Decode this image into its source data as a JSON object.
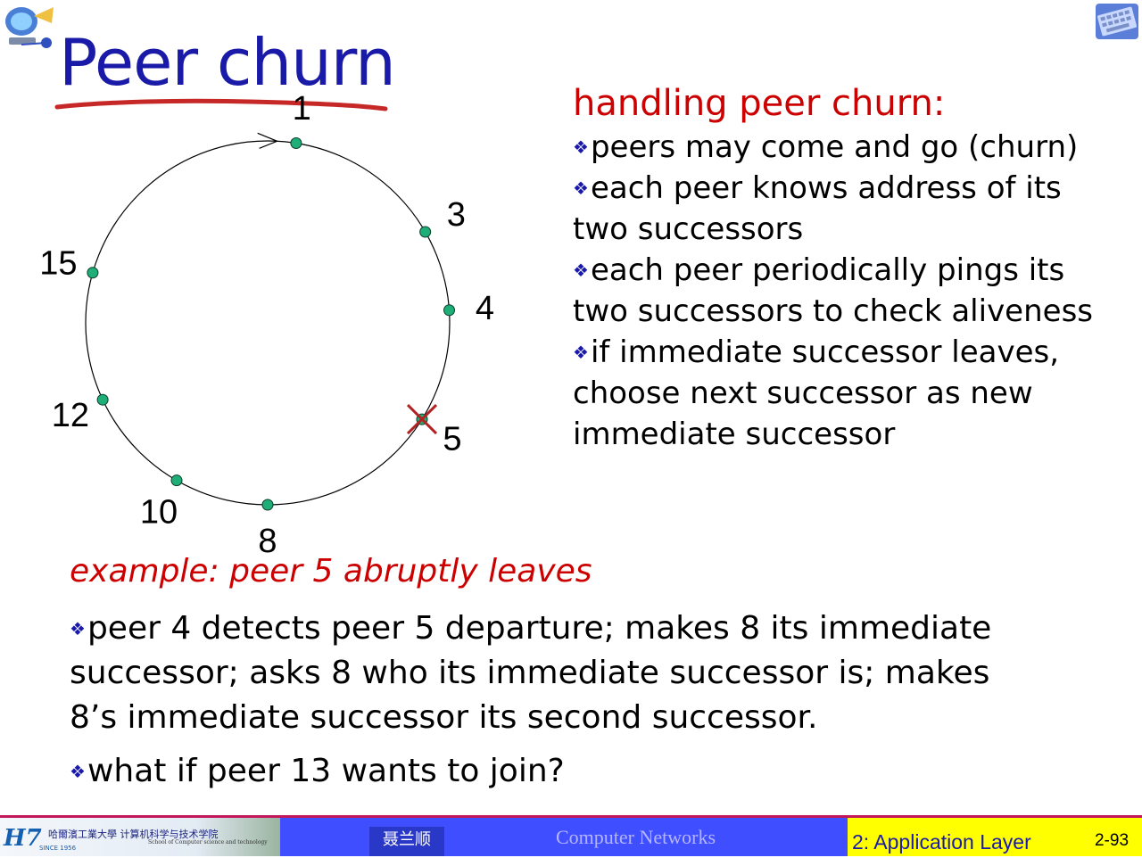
{
  "slide": {
    "title": "Peer churn"
  },
  "ring": {
    "nodes": [
      {
        "label": "1",
        "angle_deg": 9
      },
      {
        "label": "3",
        "angle_deg": 60
      },
      {
        "label": "4",
        "angle_deg": 86
      },
      {
        "label": "5",
        "angle_deg": 122,
        "crossed": true
      },
      {
        "label": "8",
        "angle_deg": 180
      },
      {
        "label": "10",
        "angle_deg": 210
      },
      {
        "label": "12",
        "angle_deg": 245
      },
      {
        "label": "15",
        "angle_deg": 286
      }
    ],
    "colors": {
      "node_fill": "#1fae78",
      "node_stroke": "#0b3d2a",
      "ring": "#000000",
      "cross": "#b22222"
    }
  },
  "churn": {
    "heading": "handling peer churn:",
    "bullets": [
      [
        "peers may come and go (churn)"
      ],
      [
        "each peer knows address of its",
        "two successors"
      ],
      [
        "each peer periodically pings its",
        "two successors to check aliveness"
      ],
      [
        "if immediate successor leaves,",
        "choose next successor as new",
        "immediate successor"
      ]
    ]
  },
  "example": {
    "heading": "example: peer 5 abruptly leaves",
    "bullets": [
      [
        "peer 4 detects peer 5 departure; makes 8 its immediate",
        "successor; asks 8 who its immediate successor is; makes",
        "8’s immediate successor its second successor."
      ],
      [
        "what if peer 13 wants to join?"
      ]
    ]
  },
  "footer": {
    "school_cn": "哈爾濱工業大學 计算机科学与技术学院",
    "school_en": "School of Computer science and technology",
    "since": "SINCE 1956",
    "author": "聂兰顺",
    "course": "Computer   Networks",
    "chapter": "2: Application Layer",
    "page": "2-93"
  },
  "icons": {
    "top_left": "computer-network-icon",
    "top_right": "keyboard-icon",
    "bullet": "diamond-bullet-icon"
  },
  "colors": {
    "title": "#1a1aa8",
    "accent_red": "#cc0000",
    "footer_blue": "#3f4fff",
    "footer_yellow": "#ffff00"
  }
}
